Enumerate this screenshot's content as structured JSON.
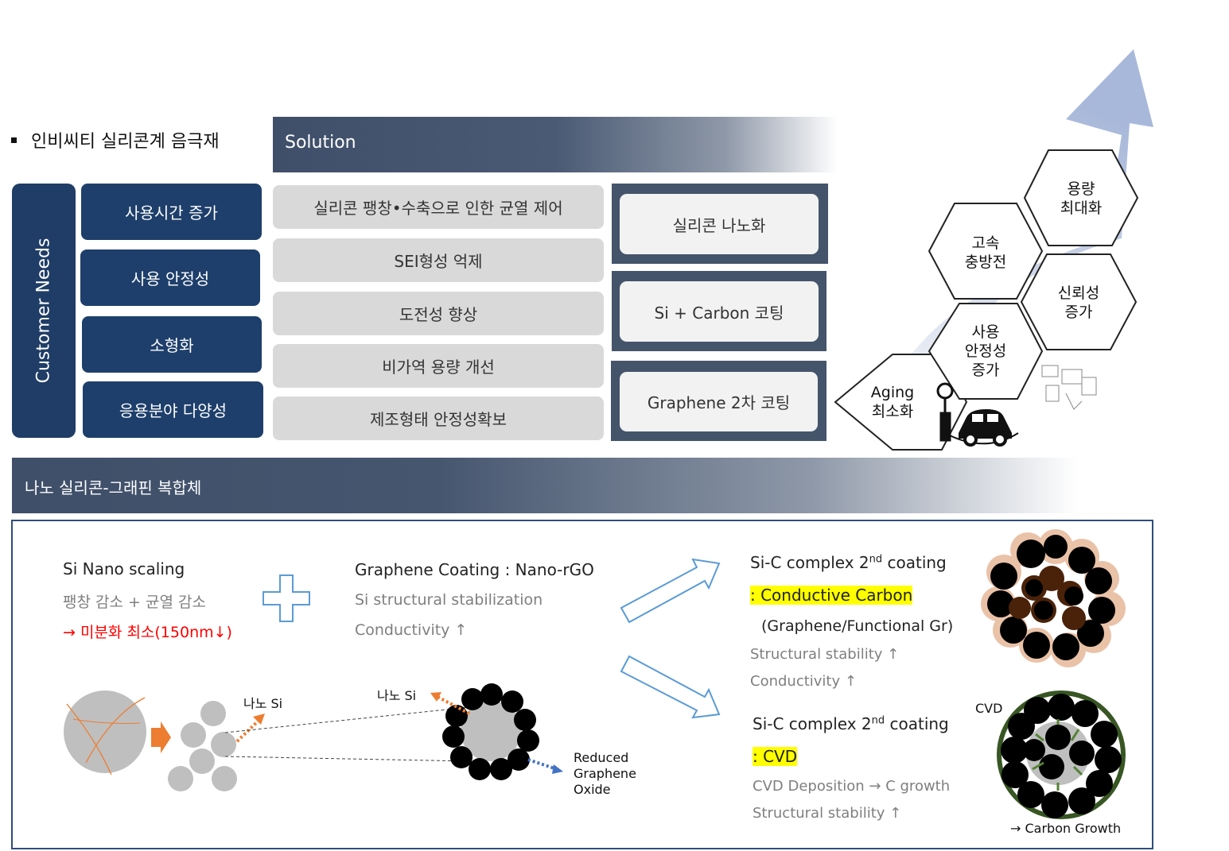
{
  "title": "인비씨티 실리콘계 음극재",
  "solution_header": "Solution",
  "customer_needs_label": "Customer Needs",
  "needs": [
    "사용시간 증가",
    "사용 안정성",
    "소형화",
    "응용분야 다양성"
  ],
  "solutions": [
    "실리콘 팽창•수축으로 인한 균열 제어",
    "SEI형성 억제",
    "도전성 향상",
    "비가역 용량 개선",
    "제조형태 안정성확보"
  ],
  "approaches": [
    "실리콘 나노화",
    "Si + Carbon 코팅",
    "Graphene 2차 코팅"
  ],
  "hexagons": {
    "aging": "Aging\n최소화",
    "safety": "사용\n안정성\n증가",
    "fast": "고속\n충방전",
    "capacity": "용량\n최대화",
    "reliability": "신뢰성\n증가"
  },
  "nano_section_title": "나노 실리콘-그래핀 복합체",
  "si_nano": {
    "title": "Si Nano scaling",
    "line1": "팽창 감소 + 균열 감소",
    "line2": "→ 미분화 최소(150nm↓)"
  },
  "graphene_coating": {
    "title": "Graphene Coating : Nano-rGO",
    "line1": "Si structural stabilization",
    "line2": "Conductivity ↑"
  },
  "complex1": {
    "title_a": "Si-C complex 2",
    "title_sup": "nd",
    "title_b": " coating",
    "highlight": ": Conductive Carbon",
    "line1": "(Graphene/Functional Gr)",
    "line2": "Structural stability ↑",
    "line3": "Conductivity ↑"
  },
  "complex2": {
    "title_a": "Si-C complex 2",
    "title_sup": "nd",
    "title_b": " coating",
    "highlight": ": CVD",
    "line1": "CVD Deposition → C growth",
    "line2": "Structural stability ↑"
  },
  "labels": {
    "nano_si_1": "나노 Si",
    "nano_si_2": "나노 Si",
    "rgo_1": "Reduced",
    "rgo_2": "Graphene",
    "rgo_3": "Oxide",
    "cvd": "CVD",
    "carbon_growth": "→ Carbon Growth"
  },
  "colors": {
    "navy": "#1e3f6b",
    "slate": "#44546a",
    "orange": "#ed7d31",
    "blue_dotted": "#4472c4",
    "highlight": "#ffff00",
    "red": "#ff0000",
    "brown": "#5a2d0c",
    "green_ring": "#375623"
  }
}
